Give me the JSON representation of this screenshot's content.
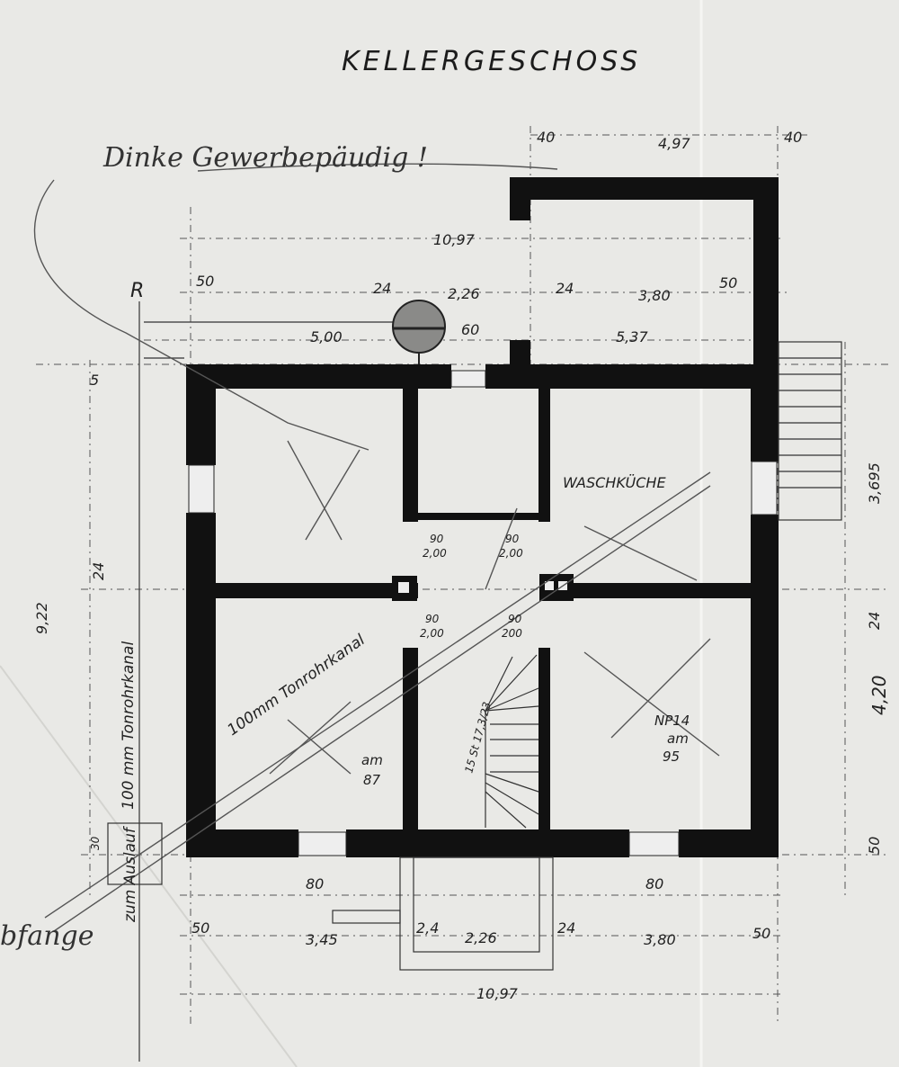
{
  "title": "KELLERGESCHOSS",
  "handwritten_note": "Dinke Gewerbepäudig !",
  "handwritten_bottom": "bfange",
  "marker_r": "R",
  "rooms": {
    "laundry": "WASCHKÜCHE",
    "left_lower_code": "am",
    "left_lower_num": "87",
    "right_lower_np": "NP14",
    "right_lower_code": "am",
    "right_lower_num": "95"
  },
  "pipe_vertical": "100 mm Tonrohrkanal",
  "pipe_diagonal": "100mm Tonrohrkanal",
  "outlet": "zum Auslauf",
  "stairs": "15 St 17,3/23",
  "doors": [
    {
      "w": "90",
      "h": "2,00"
    },
    {
      "w": "90",
      "h": "2,00"
    },
    {
      "w": "90",
      "h": "2,00"
    },
    {
      "w": "90",
      "h": "200"
    }
  ],
  "dimensions_top": {
    "d40a": "40",
    "d497": "4,97",
    "d40b": "40",
    "d1097": "10,97",
    "d50a": "50",
    "d24a": "24",
    "d226": "2,26",
    "d24b": "24",
    "d380": "3,80",
    "d50b": "50",
    "d500": "5,00",
    "d60": "60",
    "d537": "5,37",
    "d5": "5"
  },
  "dimensions_side": {
    "d3695": "3,695",
    "d922": "9,22",
    "d24l": "24",
    "d24r": "24",
    "d420": "4,20",
    "d50r": "50",
    "d30": "30"
  },
  "dimensions_bottom": {
    "d80a": "80",
    "d80b": "80",
    "d50a": "50",
    "d345": "3,45",
    "d24a": "2,4",
    "d226": "2,26",
    "d24b": "24",
    "d380": "3,80",
    "d50b": "50",
    "d1097": "10,97"
  }
}
